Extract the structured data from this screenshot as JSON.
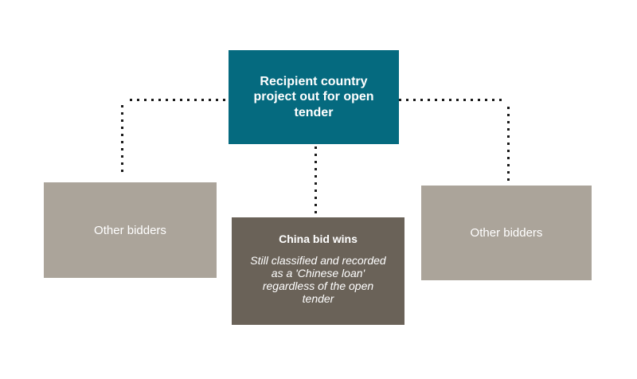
{
  "figure": {
    "background": "#ffffff",
    "palette": {
      "tender_box": "#056a7f",
      "bidder_box": "#aba49a",
      "china_box": "#6a6258",
      "connector_dots": "#1a1a1a",
      "text": "#ffffff"
    },
    "nodes": {
      "tender": {
        "label": "Recipient country project out for open tender",
        "lines": {
          "0": "Recipient country",
          "1": "project out for open",
          "2": "tender"
        }
      },
      "left_bidders": {
        "label": "Other bidders"
      },
      "right_bidders": {
        "label": "Other bidders"
      },
      "china": {
        "title": "China bid wins",
        "note": "Still classified and recorded as a 'Chinese loan' regardless of the open tender",
        "note_lines": {
          "0": "Still classified and recorded",
          "1": "as a 'Chinese loan'",
          "2": "regardless of the open",
          "3": "tender"
        }
      }
    }
  }
}
